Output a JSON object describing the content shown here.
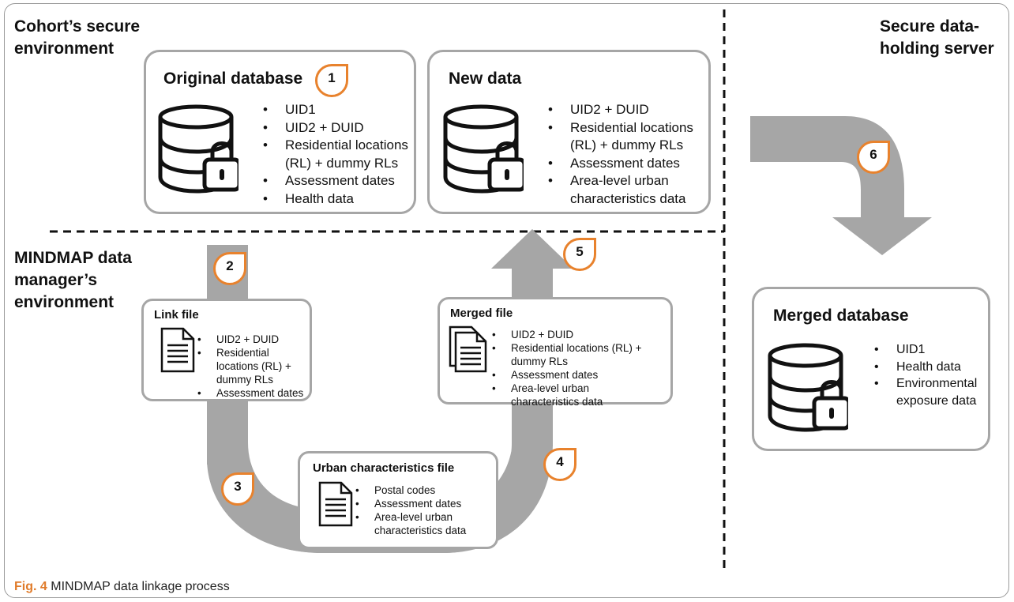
{
  "regions": {
    "cohort_line1": "Cohort’s secure",
    "cohort_line2": "environment",
    "server_line1": "Secure data-",
    "server_line2": "holding server",
    "mindmap_line1": "MINDMAP data",
    "mindmap_line2": "manager’s",
    "mindmap_line3": "environment"
  },
  "boxes": {
    "original": {
      "title": "Original database",
      "items": [
        "UID1",
        "UID2 + DUID",
        "Residential locations",
        "(RL) + dummy RLs",
        "Assessment dates",
        "Health data"
      ]
    },
    "newdata": {
      "title": "New data",
      "items": [
        "UID2 + DUID",
        "Residential locations",
        "(RL) + dummy RLs",
        "Assessment dates",
        "Area-level urban",
        "characteristics data"
      ]
    },
    "link": {
      "title": "Link file",
      "items": [
        "UID2 + DUID",
        "Residential",
        "locations (RL) +",
        "dummy RLs",
        "Assessment dates"
      ]
    },
    "merged_file": {
      "title": "Merged file",
      "items": [
        "UID2 + DUID",
        "Residential locations (RL) +",
        "dummy RLs",
        "Assessment dates",
        "Area-level urban",
        "characteristics data"
      ]
    },
    "urban": {
      "title": "Urban characteristics file",
      "items": [
        "Postal codes",
        "Assessment dates",
        "Area-level urban",
        "characteristics data"
      ]
    },
    "merged_db": {
      "title": "Merged database",
      "items": [
        "UID1",
        "Health data",
        "Environmental",
        "exposure data"
      ]
    }
  },
  "badges": [
    "1",
    "2",
    "3",
    "4",
    "5",
    "6"
  ],
  "caption": {
    "label": "Fig. 4",
    "text": "MINDMAP data linkage process"
  },
  "colors": {
    "arrow": "#a6a6a6",
    "badge_border": "#e8822d",
    "box_border": "#a6a6a6",
    "caption_label": "#e07b2a"
  },
  "icons": [
    "database-lock-icon",
    "document-icon",
    "documents-stack-icon"
  ]
}
